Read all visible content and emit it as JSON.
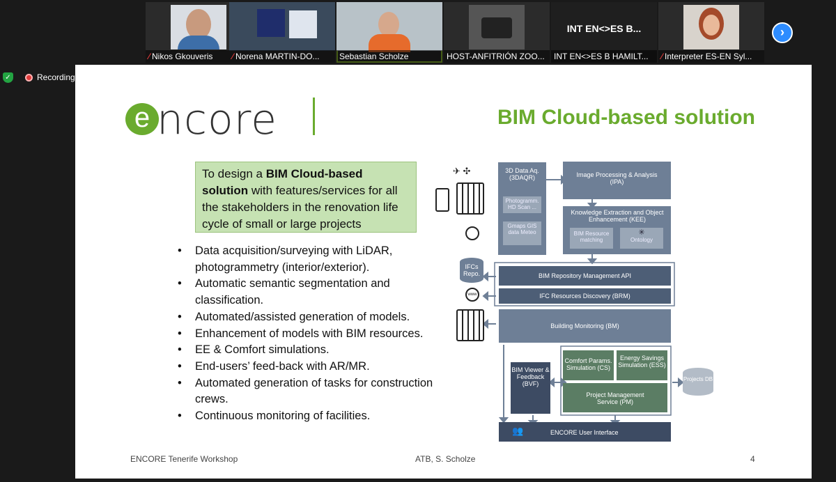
{
  "participants": [
    {
      "name": "Nikos Gkouveris",
      "muted": true
    },
    {
      "name": "Norena MARTIN-DO...",
      "muted": true
    },
    {
      "name": "Sebastian Scholze",
      "muted": false
    },
    {
      "name": "HOST-ANFITRIÓN ZOO...",
      "muted": false
    },
    {
      "name": "INT EN<>ES  B HAMILT...",
      "muted": false,
      "tile_text": "INT EN<>ES  B..."
    },
    {
      "name": "Interpreter ES-EN Syl...",
      "muted": true
    }
  ],
  "recording_label": "Recording",
  "slide": {
    "logo_letter": "e",
    "logo_text": "ncore",
    "title": "BIM Cloud-based solution",
    "box": {
      "pre": "To design a ",
      "bold": "BIM Cloud-based solution",
      "post": " with features/services for all the stakeholders in the renovation life cycle of small or large projects"
    },
    "bullets": [
      "Data acquisition/surveying with LiDAR, photogrammetry (interior/exterior).",
      "Automatic semantic segmentation and classification.",
      "Automated/assisted generation of models.",
      "Enhancement of models with BIM resources.",
      "EE & Comfort simulations.",
      "End-users’ feed-back with AR/MR.",
      "Automated generation of tasks for construction crews.",
      "Continuous monitoring of facilities."
    ],
    "footer_left": "ENCORE Tenerife Workshop",
    "footer_center": "ATB, S. Scholze",
    "page": "4"
  },
  "diagram": {
    "daq": "3D Data Aq. (3DAQR)",
    "photo": "Photogramm. HD Scan ...",
    "gis": "Gmaps GIS data Meteo",
    "ipa": "Image Processing & Analysis (IPA)",
    "kee": "Knowledge Extraction and Object Enhancement (KEE)",
    "bim_res": "BIM Resource matching",
    "ontology": "Ontology",
    "ifc_repo": "IFCs Repo.",
    "www": "www",
    "brm_api": "BIM Repository Management API",
    "ifc_disc": "IFC Resources Discovery (BRM)",
    "bm": "Building Monitoring (BM)",
    "bvf": "BIM Viewer & Feedback (BVF)",
    "cs": "Comfort Params. Simulation (CS)",
    "ess": "Energy Savings Simulation (ESS)",
    "pm": "Project Management Service (PM)",
    "projects_db": "Projects DB",
    "ui": "ENCORE User Interface"
  }
}
